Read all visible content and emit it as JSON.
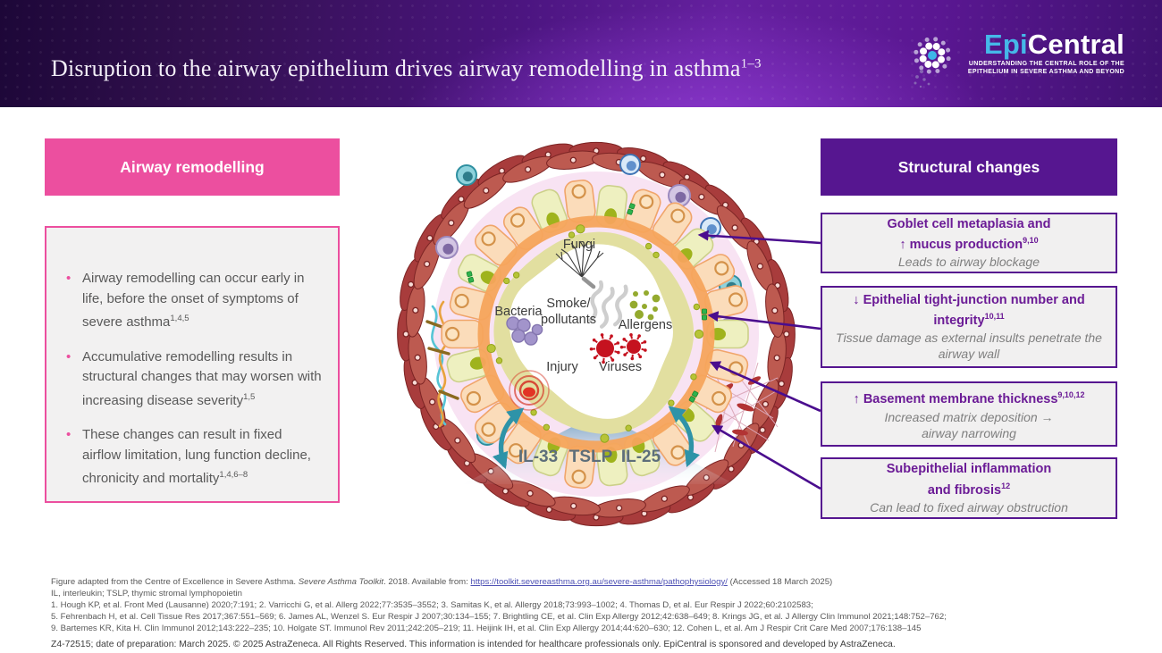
{
  "header": {
    "title": "Disruption to the airway epithelium drives airway remodelling in asthma",
    "title_sup": "1–3",
    "logo": {
      "epi": "Epi",
      "central": "Central",
      "tag1": "UNDERSTANDING THE CENTRAL ROLE OF THE",
      "tag2": "EPITHELIUM IN SEVERE ASTHMA AND BEYOND"
    }
  },
  "left": {
    "header": "Airway remodelling",
    "bullets": [
      {
        "text": "Airway remodelling can occur early in life, before the onset of symptoms of severe asthma",
        "sup": "1,4,5"
      },
      {
        "text": "Accumulative remodelling results in structural changes that may worsen with increasing disease severity",
        "sup": "1,5"
      },
      {
        "text": "These changes can result in fixed airflow limitation, lung function decline, chronicity and mortality",
        "sup": "1,4,6–8"
      }
    ]
  },
  "right": {
    "header": "Structural changes",
    "boxes": [
      {
        "title": "Goblet cell metaplasia and\n↑ mucus production",
        "sup": "9,10",
        "sub": "Leads to airway blockage"
      },
      {
        "title": "↓ Epithelial tight-junction number and\nintegrity",
        "sup": "10,11",
        "sub": "Tissue damage as external insults penetrate the\nairway wall"
      },
      {
        "title": "↑ Basement membrane thickness",
        "sup": "9,10,12",
        "sub": "Increased matrix deposition →\nairway narrowing"
      },
      {
        "title": "Subepithelial inflammation\nand fibrosis",
        "sup": "12",
        "sub": "Can lead to fixed airway obstruction"
      }
    ]
  },
  "diagram": {
    "labels": {
      "fungi": "Fungi",
      "smoke1": "Smoke/",
      "smoke2": "pollutants",
      "bacteria": "Bacteria",
      "allergens": "Allergens",
      "injury": "Injury",
      "viruses": "Viruses",
      "il33": "IL-33",
      "tslp": "TSLP",
      "il25": "IL-25"
    }
  },
  "footer": {
    "line1_pre": "Figure adapted from the Centre of Excellence in Severe Asthma. ",
    "line1_italic": "Severe Asthma Toolkit",
    "line1_mid": ". 2018. Available from: ",
    "line1_link": "https://toolkit.severeasthma.org.au/severe-asthma/pathophysiology/",
    "line1_post": " (Accessed 18 March 2025)",
    "line2": "IL, interleukin; TSLP, thymic stromal lymphopoietin",
    "line3": "1. Hough KP, et al. Front Med (Lausanne) 2020;7:191; 2. Varricchi G, et al. Allerg 2022;77:3535–3552; 3. Samitas K, et al. Allergy 2018;73:993–1002; 4. Thomas D, et al. Eur Respir J 2022;60:2102583;",
    "line4": "5. Fehrenbach H, et al. Cell Tissue Res 2017;367:551–569; 6. James AL, Wenzel S. Eur Respir J 2007;30:134–155; 7. Brightling CE, et al. Clin Exp Allergy 2012;42:638–649; 8. Krings JG, et al. J Allergy Clin Immunol 2021;148:752–762;",
    "line5": "9. Bartemes KR, Kita H. Clin Immunol 2012;143:222–235; 10. Holgate ST. Immunol Rev 2011;242:205–219; 11. Heijink IH, et al. Clin Exp Allergy 2014;44:620–630; 12. Cohen L, et al. Am J Respir Crit Care Med 2007;176:138–145",
    "line6": "Z4-72515; date of preparation: March 2025. © 2025 AstraZeneca. All Rights Reserved. This information is intended for healthcare professionals only. EpiCentral is sponsored and developed by AstraZeneca."
  },
  "colors": {
    "pink": "#ec4f9f",
    "purple": "#561690",
    "box_title_purple": "#6b1b96",
    "arrow_purple": "#4a0d8e",
    "link_blue": "#4f52b5",
    "logo_cyan": "#45b8e8",
    "muscle_red": "#a83c3c",
    "mucus_khaki": "#e2dfa0",
    "epithelium_peach": "#fbdcba",
    "goblet_olive": "#9fb31c",
    "teal_arrow": "#2e93a8"
  }
}
